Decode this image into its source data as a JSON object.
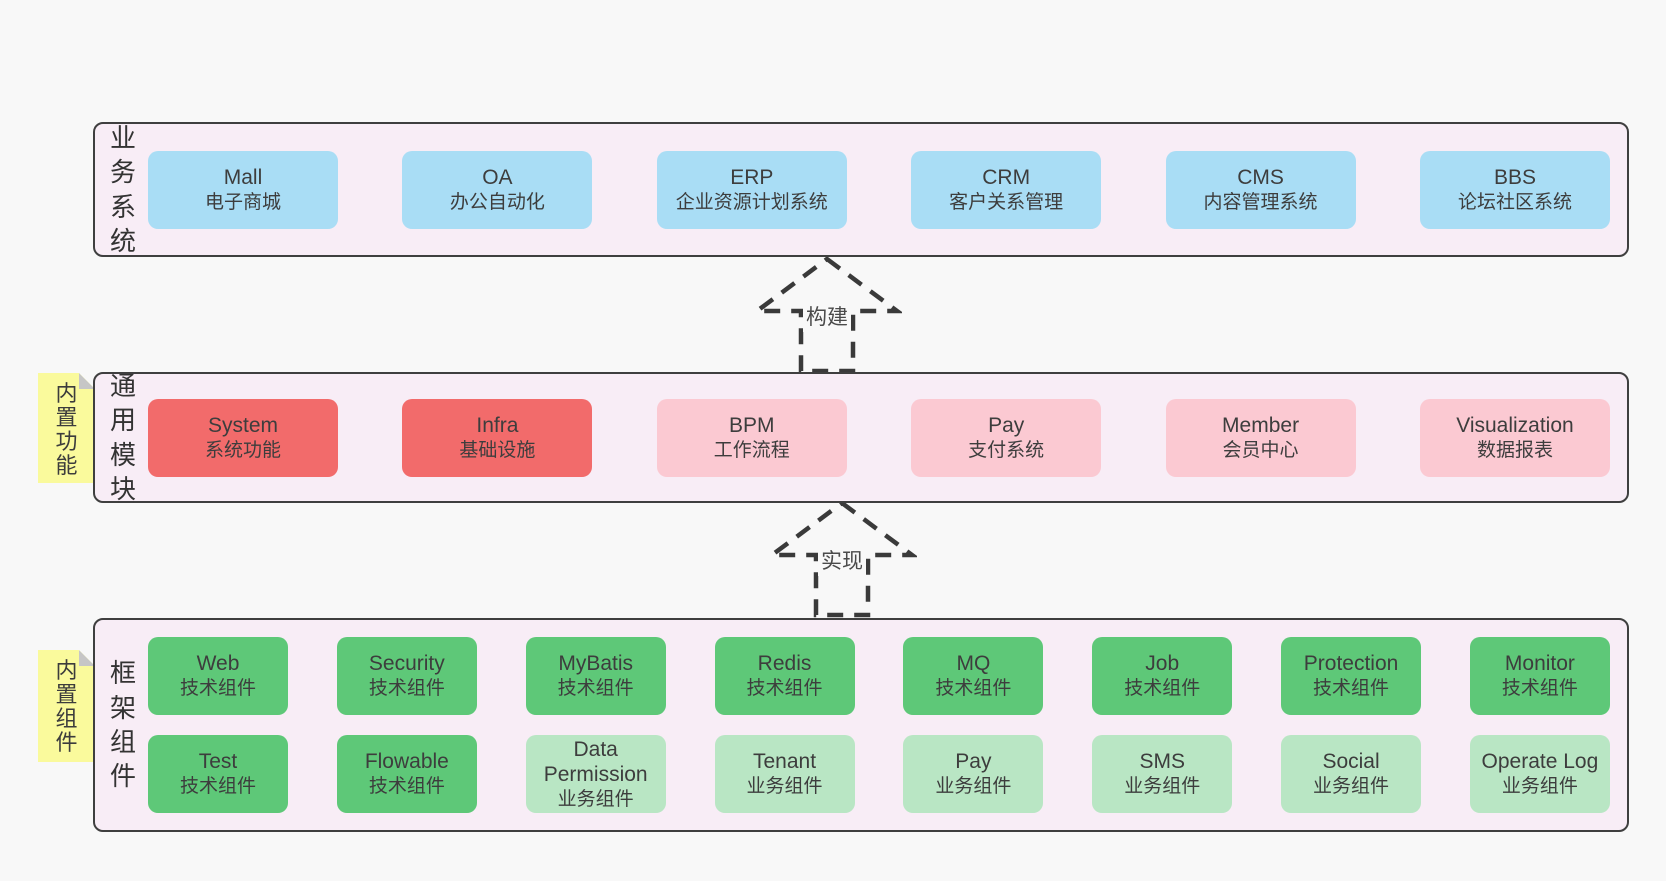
{
  "colors": {
    "page_bg": "#f8f8f8",
    "panel_bg": "#f8edf6",
    "panel_border": "#3f3f3f",
    "note_bg": "#fafa9c",
    "note_fold": "#c6c6c6",
    "text": "#3d3d3d",
    "blue": "#a9ddf5",
    "red": "#f26b6b",
    "pink": "#fbc9d2",
    "green": "#5ec878",
    "lightgreen": "#b9e6c4"
  },
  "arrows": [
    {
      "label": "构建"
    },
    {
      "label": "实现"
    }
  ],
  "layers": [
    {
      "id": "business",
      "label": "业务系统",
      "boxes": [
        {
          "en": "Mall",
          "zh": "电子商城",
          "variant": "blue"
        },
        {
          "en": "OA",
          "zh": "办公自动化",
          "variant": "blue"
        },
        {
          "en": "ERP",
          "zh": "企业资源计划系统",
          "variant": "blue"
        },
        {
          "en": "CRM",
          "zh": "客户关系管理",
          "variant": "blue"
        },
        {
          "en": "CMS",
          "zh": "内容管理系统",
          "variant": "blue"
        },
        {
          "en": "BBS",
          "zh": "论坛社区系统",
          "variant": "blue"
        }
      ]
    },
    {
      "id": "modules",
      "label": "通用模块",
      "note": "内置功能",
      "boxes": [
        {
          "en": "System",
          "zh": "系统功能",
          "variant": "red"
        },
        {
          "en": "Infra",
          "zh": "基础设施",
          "variant": "red"
        },
        {
          "en": "BPM",
          "zh": "工作流程",
          "variant": "pink"
        },
        {
          "en": "Pay",
          "zh": "支付系统",
          "variant": "pink"
        },
        {
          "en": "Member",
          "zh": "会员中心",
          "variant": "pink"
        },
        {
          "en": "Visualization",
          "zh": "数据报表",
          "variant": "pink"
        }
      ]
    },
    {
      "id": "components",
      "label": "框架组件",
      "note": "内置组件",
      "rows": [
        [
          {
            "en": "Web",
            "zh": "技术组件",
            "variant": "green"
          },
          {
            "en": "Security",
            "zh": "技术组件",
            "variant": "green"
          },
          {
            "en": "MyBatis",
            "zh": "技术组件",
            "variant": "green"
          },
          {
            "en": "Redis",
            "zh": "技术组件",
            "variant": "green"
          },
          {
            "en": "MQ",
            "zh": "技术组件",
            "variant": "green"
          },
          {
            "en": "Job",
            "zh": "技术组件",
            "variant": "green"
          },
          {
            "en": "Protection",
            "zh": "技术组件",
            "variant": "green"
          },
          {
            "en": "Monitor",
            "zh": "技术组件",
            "variant": "green"
          }
        ],
        [
          {
            "en": "Test",
            "zh": "技术组件",
            "variant": "green"
          },
          {
            "en": "Flowable",
            "zh": "技术组件",
            "variant": "green"
          },
          {
            "en": "Data Permission",
            "zh": "业务组件",
            "variant": "lightgreen"
          },
          {
            "en": "Tenant",
            "zh": "业务组件",
            "variant": "lightgreen"
          },
          {
            "en": "Pay",
            "zh": "业务组件",
            "variant": "lightgreen"
          },
          {
            "en": "SMS",
            "zh": "业务组件",
            "variant": "lightgreen"
          },
          {
            "en": "Social",
            "zh": "业务组件",
            "variant": "lightgreen"
          },
          {
            "en": "Operate Log",
            "zh": "业务组件",
            "variant": "lightgreen"
          }
        ]
      ]
    }
  ]
}
